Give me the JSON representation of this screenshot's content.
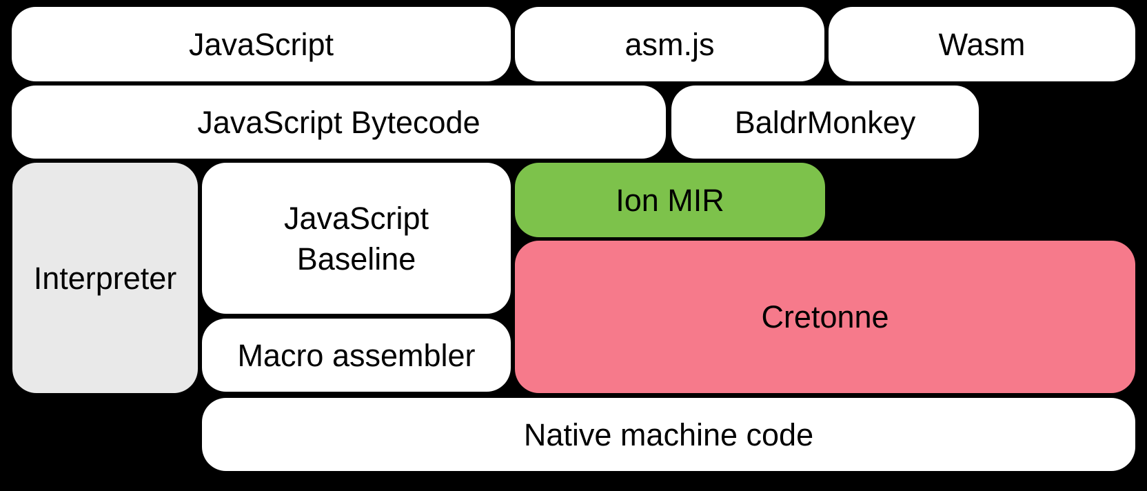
{
  "canvas": {
    "background": "#000000",
    "text_color": "#000000"
  },
  "colors": {
    "default_box_fill": "#FFFFFF",
    "interpreter_gray": "#E9E9E9",
    "ion_mir_green": "#7DC24B",
    "cretonne_pink": "#F67A8B"
  },
  "boxes": {
    "javascript": {
      "label": "JavaScript",
      "fill": "#FFFFFF"
    },
    "asmjs": {
      "label": "asm.js",
      "fill": "#FFFFFF"
    },
    "wasm": {
      "label": "Wasm",
      "fill": "#FFFFFF"
    },
    "javascript_bytecode": {
      "label": "JavaScript Bytecode",
      "fill": "#FFFFFF"
    },
    "baldrmonkey": {
      "label": "BaldrMonkey",
      "fill": "#FFFFFF"
    },
    "interpreter": {
      "label": "Interpreter",
      "fill": "#E9E9E9"
    },
    "javascript_baseline": {
      "label": "JavaScript\nBaseline",
      "fill": "#FFFFFF"
    },
    "ion_mir": {
      "label": "Ion MIR",
      "fill": "#7DC24B"
    },
    "macro_assembler": {
      "label": "Macro assembler",
      "fill": "#FFFFFF"
    },
    "cretonne": {
      "label": "Cretonne",
      "fill": "#F67A8B"
    },
    "native_machine_code": {
      "label": "Native machine code",
      "fill": "#FFFFFF"
    }
  }
}
